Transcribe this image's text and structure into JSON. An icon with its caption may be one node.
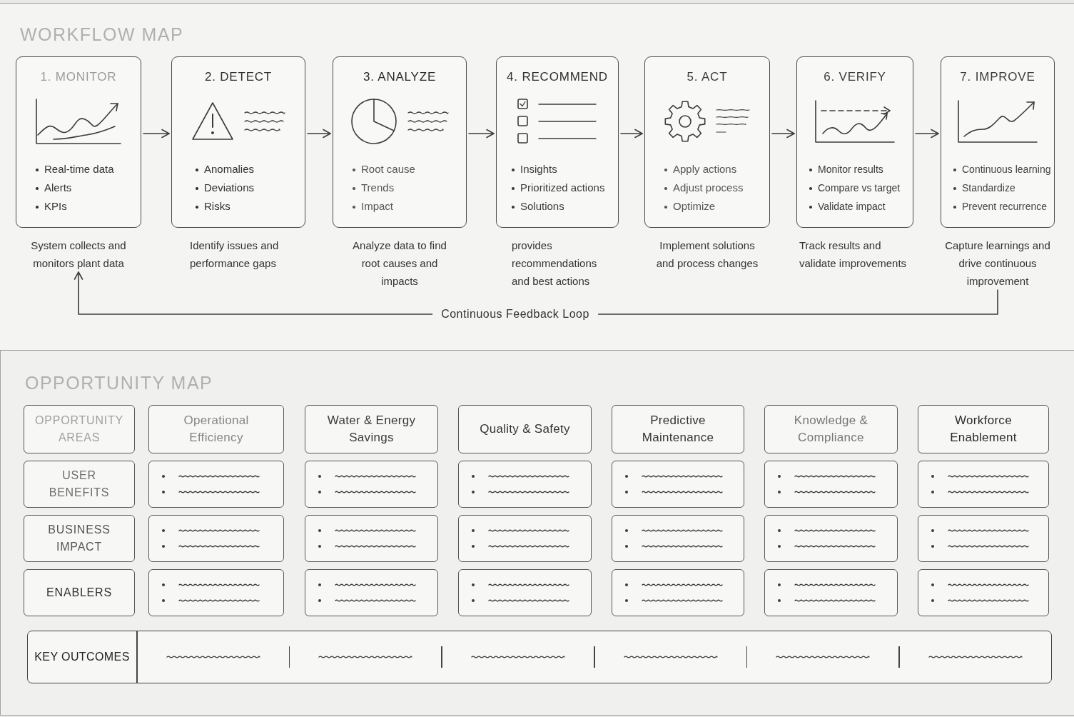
{
  "diagram": {
    "nodes": [
      {
        "text": [
          "WORKFLOW MAP"
        ]
      },
      {
        "text": [
          "1. MONITOR",
          "Real-time data",
          "Alerts",
          "KPIs"
        ],
        "in": 0,
        "beside": [
          "System collects and monitors plant data"
        ]
      },
      {
        "text": [
          "2. DETECT",
          "Anomalies",
          "Deviations",
          "Risks"
        ],
        "in": 0,
        "beside": [
          "Identify issues and performance gaps"
        ]
      },
      {
        "text": [
          "3. ANALYZE",
          "Root cause",
          "Trends",
          "Impact"
        ],
        "in": 0,
        "beside": [
          "Analyze data to find root causes and impacts"
        ]
      },
      {
        "text": [
          "4. RECOMMEND",
          "Insights",
          "Prioritized actions",
          "Solutions"
        ],
        "in": 0,
        "beside": [
          "provides recommendations and best actions"
        ]
      },
      {
        "text": [
          "5. ACT",
          "Apply actions",
          "Adjust process",
          "Optimize"
        ],
        "in": 0,
        "beside": [
          "Implement solutions and process changes"
        ]
      },
      {
        "text": [
          "6. VERIFY",
          "Monitor results",
          "Compare vs target",
          "Validate impact"
        ],
        "in": 0,
        "beside": [
          "Track results and validate improvements"
        ]
      },
      {
        "text": [
          "7. IMPROVE",
          "Continuous learning",
          "Standardize",
          "Prevent recurrence"
        ],
        "in": 0,
        "beside": [
          "Capture learnings and drive continuous improvement"
        ]
      },
      {
        "text": [
          "OPPORTUNITY MAP"
        ]
      },
      {
        "text": [
          "OPPORTUNITY AREAS"
        ],
        "in": 8
      },
      {
        "text": [
          "Operational Efficiency"
        ],
        "in": 8
      },
      {
        "text": [
          "Water & Energy Savings"
        ],
        "in": 8
      },
      {
        "text": [
          "Quality & Safety"
        ],
        "in": 8
      },
      {
        "text": [
          "Predictive Maintenance"
        ],
        "in": 8
      },
      {
        "text": [
          "Knowledge & Compliance"
        ],
        "in": 8
      },
      {
        "text": [
          "Workforce Enablement"
        ],
        "in": 8
      },
      {
        "text": [
          "USER BENEFITS"
        ],
        "in": 8
      },
      {
        "text": [],
        "shape": "box",
        "in": 8
      },
      {
        "text": [],
        "shape": "box",
        "in": 8
      },
      {
        "text": [],
        "shape": "box",
        "in": 8
      },
      {
        "text": [],
        "shape": "box",
        "in": 8
      },
      {
        "text": [],
        "shape": "box",
        "in": 8
      },
      {
        "text": [],
        "shape": "box",
        "in": 8
      },
      {
        "text": [
          "BUSINESS IMPACT"
        ],
        "in": 8
      },
      {
        "text": [],
        "shape": "box",
        "in": 8
      },
      {
        "text": [],
        "shape": "box",
        "in": 8
      },
      {
        "text": [],
        "shape": "box",
        "in": 8
      },
      {
        "text": [],
        "shape": "box",
        "in": 8
      },
      {
        "text": [],
        "shape": "box",
        "in": 8
      },
      {
        "text": [],
        "shape": "box",
        "in": 8
      },
      {
        "text": [
          "ENABLERS"
        ],
        "in": 8
      },
      {
        "text": [],
        "shape": "box",
        "in": 8
      },
      {
        "text": [],
        "shape": "box",
        "in": 8
      },
      {
        "text": [],
        "shape": "box",
        "in": 8
      },
      {
        "text": [],
        "shape": "box",
        "in": 8
      },
      {
        "text": [],
        "shape": "box",
        "in": 8
      },
      {
        "text": [],
        "shape": "box",
        "in": 8
      },
      {
        "text": [
          "KEY OUTCOMES"
        ],
        "in": 8
      }
    ],
    "edges": [
      {
        "from": 1,
        "to": 2,
        "arrow": "to"
      },
      {
        "from": 2,
        "to": 3,
        "arrow": "to"
      },
      {
        "from": 3,
        "to": 4,
        "arrow": "to"
      },
      {
        "from": 4,
        "to": 5,
        "arrow": "to"
      },
      {
        "from": 5,
        "to": 6,
        "arrow": "to"
      },
      {
        "from": 6,
        "to": 7,
        "arrow": "to"
      },
      {
        "from": 7,
        "to": 1,
        "arrow": "to",
        "label": "Continuous Feedback Loop"
      }
    ]
  }
}
